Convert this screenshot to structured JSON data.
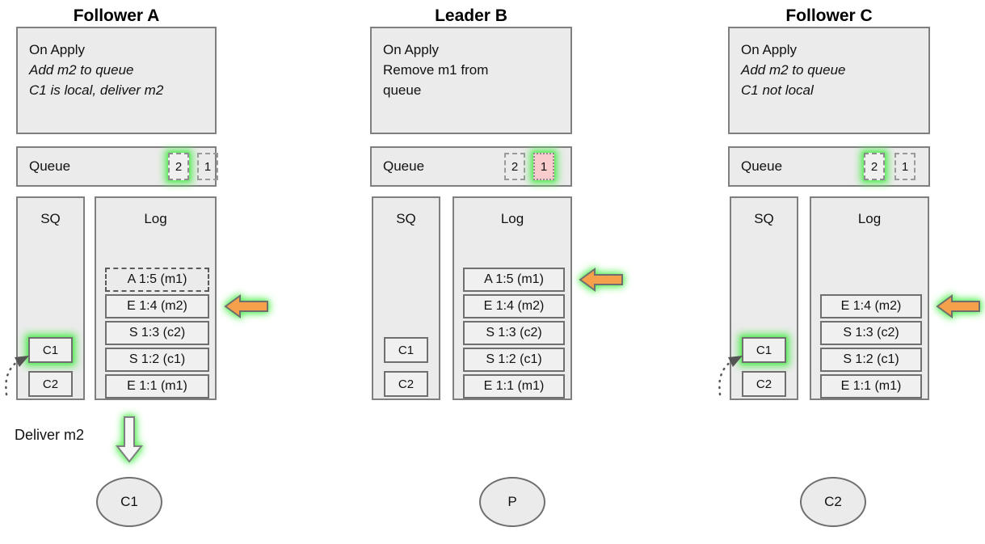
{
  "columns": [
    {
      "id": "follower-a",
      "title": "Follower A",
      "on_apply": {
        "header": "On Apply",
        "lines": [
          {
            "text": "Add m2 to queue",
            "italic": true
          },
          {
            "text": "C1 is local, deliver m2",
            "italic": true
          }
        ]
      },
      "queue": {
        "label": "Queue",
        "tokens": [
          {
            "value": "2",
            "style": "dashed-highlight"
          },
          {
            "value": "1",
            "style": "dashed"
          }
        ]
      },
      "sq": {
        "header": "SQ",
        "clients": [
          {
            "label": "C1",
            "highlight": true
          },
          {
            "label": "C2",
            "highlight": false
          }
        ]
      },
      "log": {
        "header": "Log",
        "entries": [
          {
            "text": "A 1:5 (m1)",
            "style": "dashed"
          },
          {
            "text": "E 1:4 (m2)",
            "style": "solid"
          },
          {
            "text": "S 1:3 (c2)",
            "style": "solid"
          },
          {
            "text": "S 1:2 (c1)",
            "style": "solid"
          },
          {
            "text": "E 1:1 (m1)",
            "style": "solid"
          }
        ],
        "arrow_target_index": 1
      },
      "deliver": {
        "label": "Deliver m2",
        "show_arrow": true
      },
      "client_node": "C1"
    },
    {
      "id": "leader-b",
      "title": "Leader B",
      "on_apply": {
        "header": "On Apply",
        "lines": [
          {
            "text": "Remove m1 from",
            "italic": false
          },
          {
            "text": "queue",
            "italic": false
          }
        ]
      },
      "queue": {
        "label": "Queue",
        "tokens": [
          {
            "value": "2",
            "style": "dashed"
          },
          {
            "value": "1",
            "style": "dotted-highlight-pink"
          }
        ]
      },
      "sq": {
        "header": "SQ",
        "clients": [
          {
            "label": "C1",
            "highlight": false
          },
          {
            "label": "C2",
            "highlight": false
          }
        ]
      },
      "log": {
        "header": "Log",
        "entries": [
          {
            "text": "A 1:5 (m1)",
            "style": "solid"
          },
          {
            "text": "E 1:4 (m2)",
            "style": "solid"
          },
          {
            "text": "S 1:3 (c2)",
            "style": "solid"
          },
          {
            "text": "S 1:2 (c1)",
            "style": "solid"
          },
          {
            "text": "E 1:1 (m1)",
            "style": "solid"
          }
        ],
        "arrow_target_index": 0
      },
      "deliver": {
        "label": "",
        "show_arrow": false
      },
      "client_node": "P"
    },
    {
      "id": "follower-c",
      "title": "Follower C",
      "on_apply": {
        "header": "On Apply",
        "lines": [
          {
            "text": "Add m2 to queue",
            "italic": true
          },
          {
            "text": "C1 not local",
            "italic": true
          }
        ]
      },
      "queue": {
        "label": "Queue",
        "tokens": [
          {
            "value": "2",
            "style": "dashed-highlight"
          },
          {
            "value": "1",
            "style": "dashed"
          }
        ]
      },
      "sq": {
        "header": "SQ",
        "clients": [
          {
            "label": "C1",
            "highlight": true
          },
          {
            "label": "C2",
            "highlight": false
          }
        ]
      },
      "log": {
        "header": "Log",
        "entries": [
          {
            "text": "E 1:4 (m2)",
            "style": "solid"
          },
          {
            "text": "S 1:3 (c2)",
            "style": "solid"
          },
          {
            "text": "S 1:2 (c1)",
            "style": "solid"
          },
          {
            "text": "E 1:1 (m1)",
            "style": "solid"
          }
        ],
        "arrow_target_index": 0
      },
      "deliver": {
        "label": "",
        "show_arrow": false
      },
      "client_node": "C2"
    }
  ],
  "colors": {
    "panel_fill": "#ebebeb",
    "panel_stroke": "#7f7f7f",
    "box_fill": "#f0f0f0",
    "box_stroke": "#6f6f6f",
    "arrow_orange": "#f5a04a",
    "arrow_orange_stroke": "#6f6f6f",
    "glow_green": "#5eea5e",
    "queue_pink": "#f8cccc",
    "text": "#111111"
  }
}
